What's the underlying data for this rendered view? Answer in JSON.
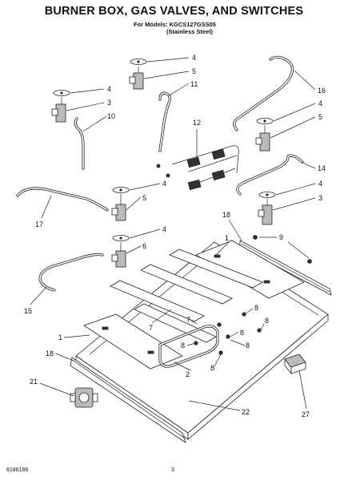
{
  "header": {
    "title": "BURNER BOX, GAS VALVES, AND SWITCHES",
    "models_line": "For Models: KGCS127GSS05",
    "finish_line": "(Stainless Steel)"
  },
  "footer": {
    "doc_number": "8186186",
    "page_number": "3"
  },
  "callouts": [
    {
      "id": "c4a",
      "text": "4"
    },
    {
      "id": "c5a",
      "text": "5"
    },
    {
      "id": "c11",
      "text": "11"
    },
    {
      "id": "c4b",
      "text": "4"
    },
    {
      "id": "c3a",
      "text": "3"
    },
    {
      "id": "c10",
      "text": "10"
    },
    {
      "id": "c16",
      "text": "16"
    },
    {
      "id": "c4c",
      "text": "4"
    },
    {
      "id": "c5b",
      "text": "5"
    },
    {
      "id": "c12",
      "text": "12"
    },
    {
      "id": "c14",
      "text": "14"
    },
    {
      "id": "c4d",
      "text": "4"
    },
    {
      "id": "c5c",
      "text": "5"
    },
    {
      "id": "c4e",
      "text": "4"
    },
    {
      "id": "c3b",
      "text": "3"
    },
    {
      "id": "c17",
      "text": "17"
    },
    {
      "id": "c18a",
      "text": "18"
    },
    {
      "id": "c4f",
      "text": "4"
    },
    {
      "id": "c9",
      "text": "9"
    },
    {
      "id": "c1a",
      "text": "1"
    },
    {
      "id": "c6",
      "text": "6"
    },
    {
      "id": "c15",
      "text": "15"
    },
    {
      "id": "c8a",
      "text": "8"
    },
    {
      "id": "c7a",
      "text": "7"
    },
    {
      "id": "c8b",
      "text": "8"
    },
    {
      "id": "c7b",
      "text": "7"
    },
    {
      "id": "c8c",
      "text": "8"
    },
    {
      "id": "c1b",
      "text": "1"
    },
    {
      "id": "c8d",
      "text": "8"
    },
    {
      "id": "c8e",
      "text": "8"
    },
    {
      "id": "c18b",
      "text": "18"
    },
    {
      "id": "c2",
      "text": "2"
    },
    {
      "id": "c8f",
      "text": "8"
    },
    {
      "id": "c21",
      "text": "21"
    },
    {
      "id": "c22",
      "text": "22"
    },
    {
      "id": "c27",
      "text": "27"
    }
  ]
}
